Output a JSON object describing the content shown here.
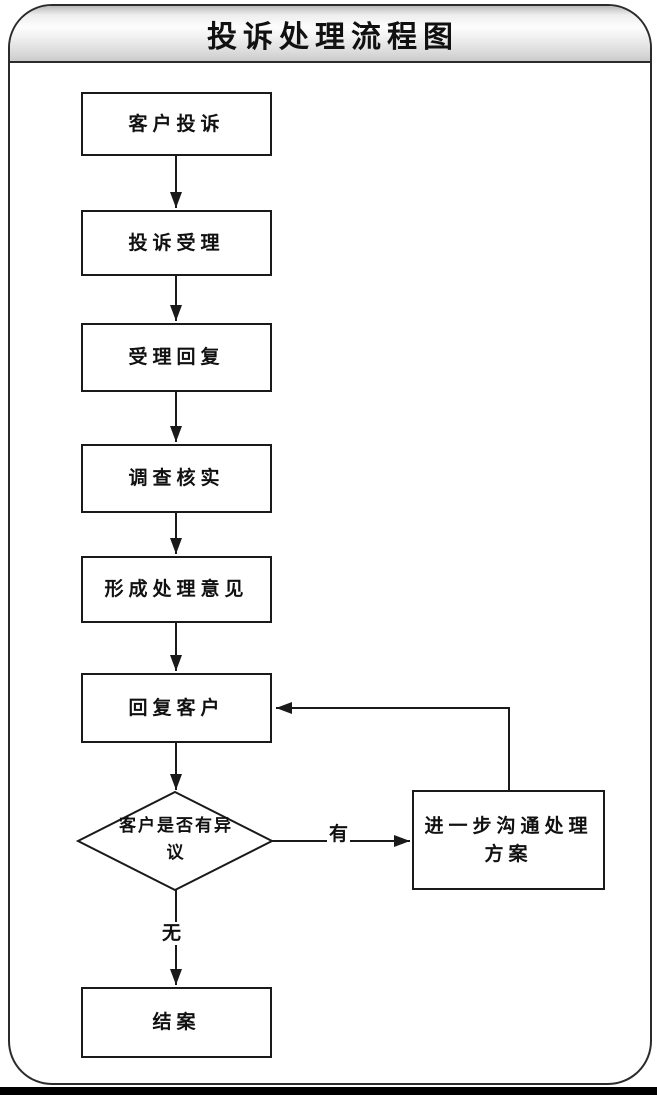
{
  "title": "投诉处理流程图",
  "flowchart": {
    "nodes": [
      {
        "id": "customer-complaint",
        "type": "process",
        "label": "客户投诉"
      },
      {
        "id": "complaint-acceptance",
        "type": "process",
        "label": "投诉受理"
      },
      {
        "id": "acceptance-reply",
        "type": "process",
        "label": "受理回复"
      },
      {
        "id": "investigation",
        "type": "process",
        "label": "调查核实"
      },
      {
        "id": "form-opinion",
        "type": "process",
        "label": "形成处理意见"
      },
      {
        "id": "reply-customer",
        "type": "process",
        "label": "回复客户"
      },
      {
        "id": "decision-objection",
        "type": "decision",
        "label": "客户是否有异议"
      },
      {
        "id": "further-communication",
        "type": "process",
        "label": "进一步沟通处理方案"
      },
      {
        "id": "close-case",
        "type": "process",
        "label": "结案"
      }
    ],
    "edge_labels": {
      "yes": "有",
      "no": "无"
    },
    "colors": {
      "line": "#1a1a1a",
      "node_fill": "#ffffff",
      "frame_border": "#2b2b2b",
      "header_gradient_top": "#b9b9b9",
      "header_gradient_middle": "#fdfdfd",
      "header_gradient_bottom": "#cccccc"
    }
  }
}
